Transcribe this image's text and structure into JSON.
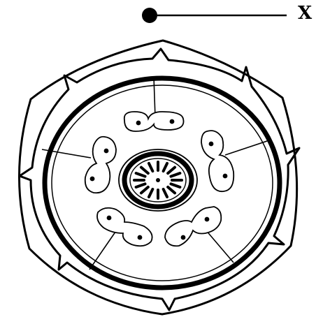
{
  "diagram": {
    "labels": {
      "x": "X"
    },
    "stroke_color": "#000000",
    "fill_color": "#ffffff",
    "counts": {
      "petals": 5,
      "stamens": 5,
      "ovules": 16
    }
  }
}
